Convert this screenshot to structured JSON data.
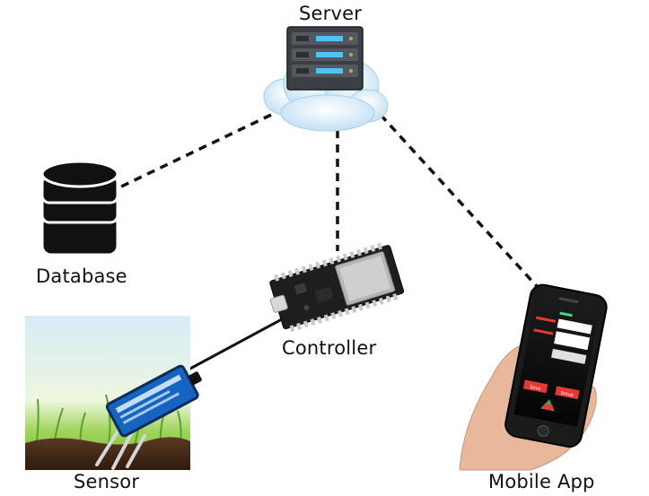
{
  "nodes": {
    "server": {
      "label": "Server",
      "icon": "server-cloud-icon"
    },
    "database": {
      "label": "Database",
      "icon": "database-icon"
    },
    "controller": {
      "label": "Controller",
      "icon": "microcontroller-board-icon"
    },
    "sensor": {
      "label": "Sensor",
      "icon": "soil-sensor-icon"
    },
    "mobile_app": {
      "label": "Mobile App",
      "icon": "smartphone-icon"
    }
  },
  "connections": [
    {
      "from": "server",
      "to": "database",
      "style": "dashed"
    },
    {
      "from": "server",
      "to": "controller",
      "style": "dashed"
    },
    {
      "from": "server",
      "to": "mobile_app",
      "style": "dashed"
    },
    {
      "from": "controller",
      "to": "sensor",
      "style": "solid"
    }
  ],
  "phone_screen": {
    "button_left": "Save",
    "button_right": "Setup"
  },
  "colors": {
    "line": "#111111",
    "sky": "#cfe6f5",
    "grass": "#7fbf3f",
    "soil": "#4a2c1a",
    "sensor_body": "#1565c0",
    "phone_button": "#e53935"
  }
}
